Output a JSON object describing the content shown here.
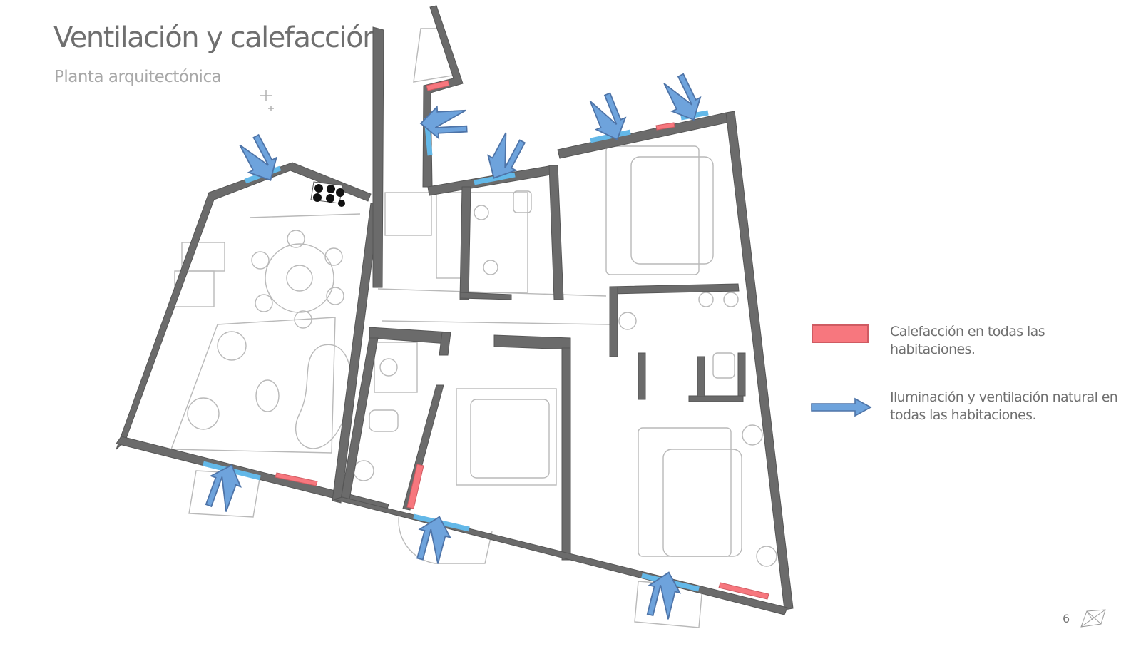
{
  "header": {
    "title": "Ventilación y calefacción",
    "subtitle": "Planta arquitectónica"
  },
  "legend": {
    "heating_label": "Calefacción en todas las habitaciones.",
    "ventilation_label": "Iluminación y ventilación natural en todas las habitaciones."
  },
  "colors": {
    "heating": "#f7777e",
    "ventilation": "#6ea3dc",
    "window": "#63b8e8",
    "wall": "#6b6b6b",
    "text": "#6f6f6f"
  },
  "footer": {
    "page_number": "6",
    "logo_icon": "polygon-logo-icon"
  }
}
